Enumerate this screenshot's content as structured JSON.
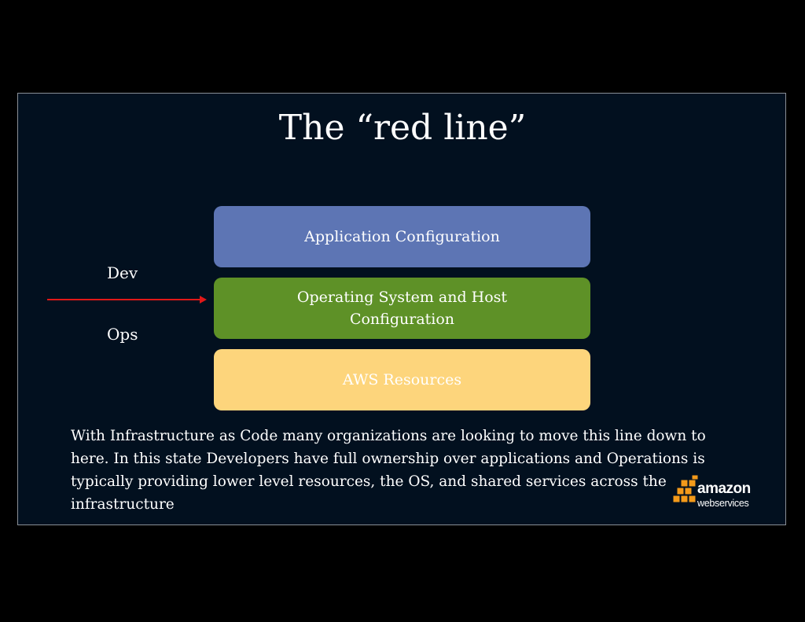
{
  "slide": {
    "title": "The “red line”",
    "layers": {
      "application": "Application Configuration",
      "operating_system": "Operating System and Host Configuration",
      "aws_resources": "AWS Resources"
    },
    "dev_label": "Dev",
    "ops_label": "Ops",
    "body_text": "With Infrastructure as Code many organizations are looking to move this line down to here. In this state Developers have full ownership over applications and Operations is typically providing lower level resources, the OS, and shared services across the infrastructure",
    "logo": {
      "brand": "amazon",
      "tagline": "webservices"
    }
  },
  "colors": {
    "slide_background": "#02101f",
    "application_layer": "#5d75b4",
    "os_layer": "#5e9127",
    "aws_layer": "#fdd57c",
    "red_line": "#e01818",
    "logo_orange": "#f49a1a"
  }
}
